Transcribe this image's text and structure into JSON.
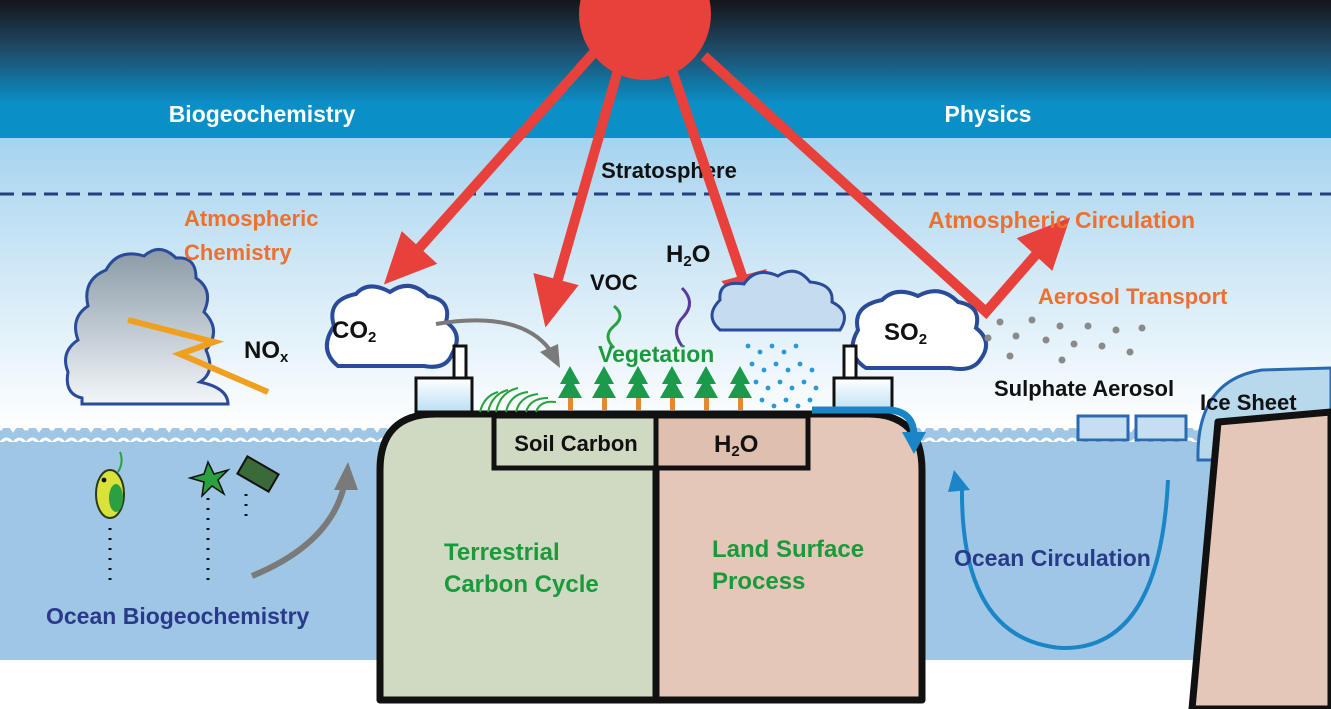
{
  "header": {
    "left_label": "Biogeochemistry",
    "right_label": "Physics"
  },
  "atmosphere": {
    "stratosphere_label": "Stratosphere",
    "atmospheric_chemistry_line1": "Atmospheric",
    "atmospheric_chemistry_line2": "Chemistry",
    "atmospheric_circulation": "Atmospheric Circulation",
    "aerosol_transport": "Aerosol Transport",
    "sulphate_aerosol": "Sulphate Aerosol"
  },
  "gases": {
    "nox_main": "NO",
    "nox_sub": "x",
    "co2_main": "CO",
    "co2_sub": "2",
    "so2_main": "SO",
    "so2_sub": "2",
    "voc": "VOC",
    "h2o_main_a": "H",
    "h2o_sub": "2",
    "h2o_main_b": "O"
  },
  "land": {
    "vegetation": "Vegetation",
    "soil_carbon": "Soil Carbon",
    "soil_h2o_a": "H",
    "soil_h2o_sub": "2",
    "soil_h2o_b": "O",
    "terrestrial_line1": "Terrestrial",
    "terrestrial_line2": "Carbon Cycle",
    "land_surface_line1": "Land Surface",
    "land_surface_line2": "Process"
  },
  "ocean": {
    "ocean_biogeochemistry": "Ocean Biogeochemistry",
    "ocean_circulation": "Ocean Circulation",
    "ice_sheet": "Ice Sheet"
  },
  "colors": {
    "sun": "#e8403a",
    "arrow_red": "#e8403a",
    "label_orange": "#ee7030",
    "label_green": "#1a9a3a",
    "label_navy": "#2a3a8a",
    "cloud_outline": "#2a4a9a",
    "terrestrial_fill": "#d0d9c2",
    "land_fill": "#e4c7b8",
    "ocean_blue": "#9fc6e4",
    "circulation_blue": "#1a86c8"
  }
}
